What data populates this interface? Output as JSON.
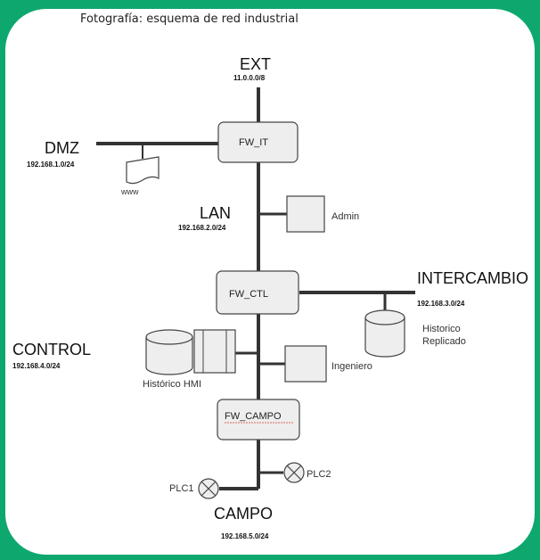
{
  "caption": "Fotografía: esquema de red industrial",
  "networks": {
    "ext": {
      "name": "EXT",
      "cidr": "11.0.0.0/8"
    },
    "dmz": {
      "name": "DMZ",
      "cidr": "192.168.1.0/24"
    },
    "lan": {
      "name": "LAN",
      "cidr": "192.168.2.0/24"
    },
    "intercambio": {
      "name": "INTERCAMBIO",
      "cidr": "192.168.3.0/24"
    },
    "control": {
      "name": "CONTROL",
      "cidr": "192.168.4.0/24"
    },
    "campo": {
      "name": "CAMPO",
      "cidr": "192.168.5.0/24"
    }
  },
  "firewalls": {
    "fw_it": "FW_IT",
    "fw_ctl": "FW_CTL",
    "fw_campo": "FW_CAMPO"
  },
  "hosts": {
    "www": "www",
    "admin": "Admin",
    "historico_replicado_1": "Historico",
    "historico_replicado_2": "Replicado",
    "historico_hmi": "Histórico HMI",
    "ingeniero": "Ingeniero",
    "plc1": "PLC1",
    "plc2": "PLC2"
  },
  "colors": {
    "background": "#0ea86e",
    "card": "#ffffff",
    "line": "#333333",
    "box_fill": "#eeeeee"
  }
}
